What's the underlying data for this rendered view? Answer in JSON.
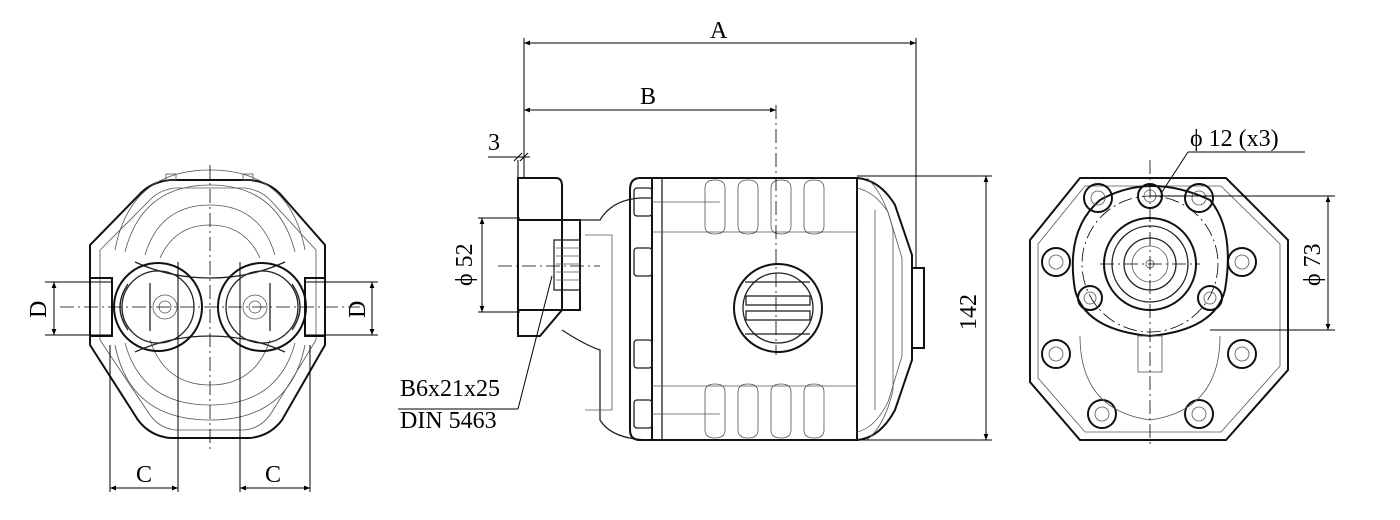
{
  "labels": {
    "dim_a": "A",
    "dim_b": "B",
    "dim_3": "3",
    "dim_phi52": "ϕ 52",
    "dim_142": "142",
    "dim_phi12": "ϕ 12 (x3)",
    "dim_phi73": "ϕ 73",
    "dim_c_left": "C",
    "dim_c_right": "C",
    "dim_d_left": "D",
    "dim_d_right": "D",
    "spline_line1": "B6x21x25",
    "spline_line2": "DIN 5463"
  },
  "colors": {
    "line": "#000000",
    "background": "#ffffff"
  }
}
